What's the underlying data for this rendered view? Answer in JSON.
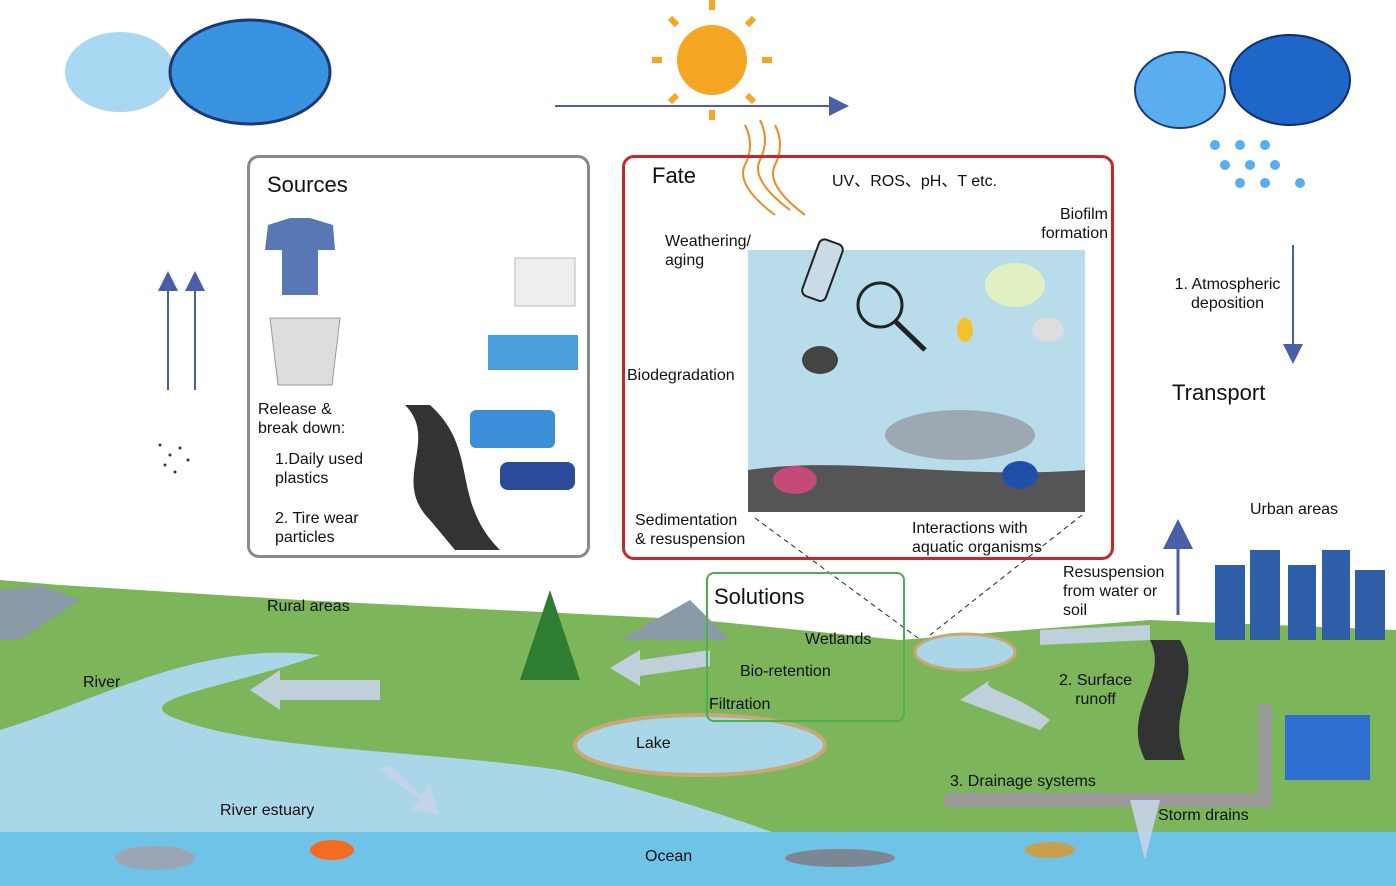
{
  "sources": {
    "title": "Sources",
    "release_label": "Release &\nbreak down:",
    "item1": "1.Daily used\nplastics",
    "item2": "2. Tire wear\nparticles"
  },
  "fate": {
    "title": "Fate",
    "factors": "UV、ROS、pH、T etc.",
    "biofilm": "Biofilm\nformation",
    "weathering": "Weathering/\naging",
    "biodegradation": "Biodegradation",
    "sedimentation": "Sedimentation\n& resuspension",
    "interactions": "Interactions with\naquatic organisms"
  },
  "transport": {
    "title": "Transport",
    "atmospheric": "1. Atmospheric\ndeposition",
    "surface_runoff": "2. Surface\nrunoff",
    "drainage": "3. Drainage systems",
    "storm_drains": "Storm drains",
    "resuspension": "Resuspension\nfrom water or\nsoil"
  },
  "solutions": {
    "title": "Solutions",
    "wetlands": "Wetlands",
    "bioretention": "Bio-retention",
    "filtration": "Filtration"
  },
  "places": {
    "urban": "Urban areas",
    "rural": "Rural areas",
    "river": "River",
    "estuary": "River estuary",
    "lake": "Lake",
    "ocean": "Ocean"
  },
  "colors": {
    "sources_border": "#8a8a8a",
    "fate_border": "#c62828",
    "solutions_border": "#4caf50",
    "land": "#7cb55a",
    "water": "#a9d7e8",
    "arrow": "#4a5fa8"
  }
}
